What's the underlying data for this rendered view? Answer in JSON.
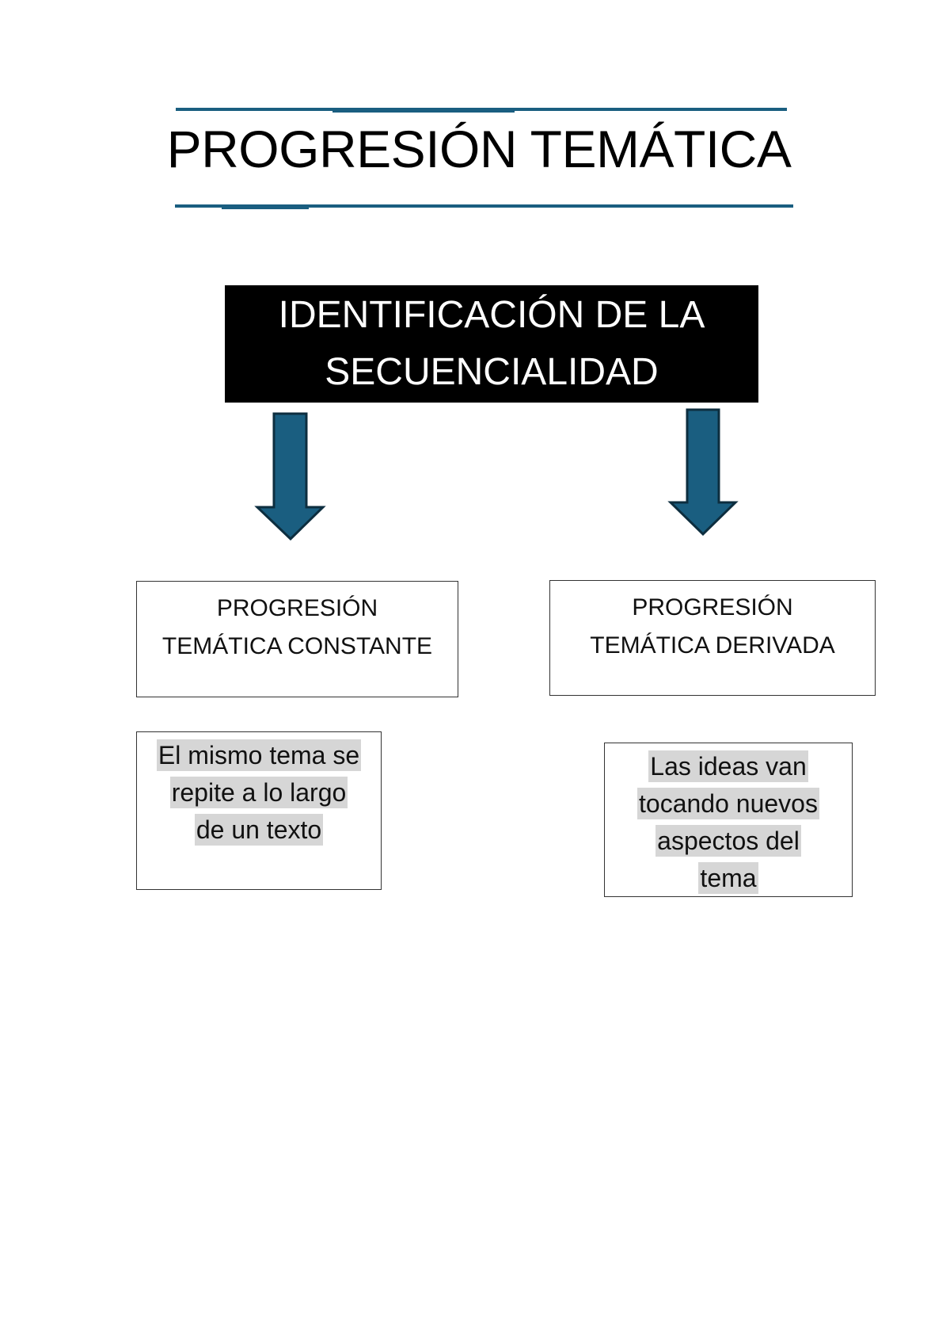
{
  "title": "PROGRESIÓN TEMÁTICA",
  "colors": {
    "accent": "#1a5e80",
    "arrow_fill": "#1a5e80",
    "arrow_stroke": "#0d2e3f",
    "header_box_bg": "#000000",
    "header_box_text": "#ffffff",
    "highlight": "#d6d6d6"
  },
  "header_box": {
    "lines": [
      "IDENTIFICACIÓN DE LA",
      "SECUENCIALIDAD"
    ]
  },
  "branches": [
    {
      "arrow_icon": "down-arrow-icon",
      "category": [
        "PROGRESIÓN",
        "TEMÁTICA CONSTANTE"
      ],
      "description": [
        "El mismo tema se",
        "repite a lo largo",
        "de un texto"
      ]
    },
    {
      "arrow_icon": "down-arrow-icon",
      "category": [
        "PROGRESIÓN",
        "TEMÁTICA DERIVADA"
      ],
      "description": [
        "Las ideas van",
        "tocando nuevos",
        "aspectos del",
        "tema"
      ]
    }
  ]
}
